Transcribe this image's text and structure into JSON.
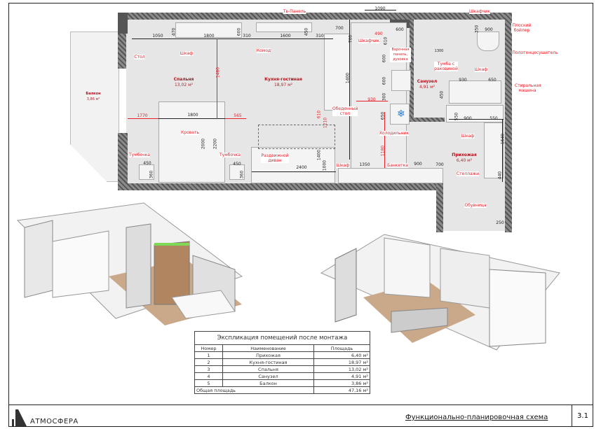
{
  "labels": {
    "tv": "Тв-Панель",
    "table_small": "Стол",
    "wardrobe1": "Шкаф",
    "dresser": "Комод",
    "bed": "Кровать",
    "night1": "Тумбочка",
    "night2": "Тумбочка",
    "sofa": "Раздвижной диван",
    "dining": "Обеденный стол",
    "cab1": "Шкафчик",
    "hob": "Варочная панель, духовка",
    "cab2": "Шкафчик",
    "boiler": "Плоский бойлер",
    "towel": "Полотенцесушитель",
    "sink": "Тумба с раковиной",
    "wardrobe2": "Шкаф",
    "washer": "Стиральная машина",
    "fridge": "Холодильник",
    "wardrobe3": "Шкаф",
    "bench": "Банкетка",
    "shelves": "Стеллажи",
    "shoes": "Обувница",
    "wardrobe4": "Шкаф"
  },
  "rooms": {
    "bedroom": {
      "name": "Спальня",
      "area": "13,02 м²"
    },
    "kitchen": {
      "name": "Кухня-гостиная",
      "area": "18,97 м²"
    },
    "balcony": {
      "name": "Балкон",
      "area": "3,86 м²"
    },
    "bathroom": {
      "name": "Санузел",
      "area": "4,91 м²"
    },
    "hall": {
      "name": "Прихожая",
      "area": "6,40 м²"
    }
  },
  "dims": [
    "1090",
    "1050",
    "1800",
    "600",
    "310",
    "1600",
    "450",
    "310",
    "700",
    "470",
    "700",
    "490",
    "600",
    "610",
    "900",
    "350",
    "1300",
    "1400",
    "600",
    "600",
    "300",
    "930",
    "930",
    "650",
    "450",
    "1480",
    "1770",
    "1800",
    "565",
    "2000",
    "2200",
    "610",
    "1210",
    "1400",
    "1000",
    "2400",
    "1350",
    "900",
    "700",
    "450",
    "360",
    "450",
    "360",
    "650",
    "1180",
    "550",
    "900",
    "550",
    "1640",
    "440",
    "250"
  ],
  "table": {
    "title": "Экспликация помещений после монтажа",
    "headers": [
      "Номер",
      "Наименование",
      "Площадь"
    ],
    "rows": [
      [
        "1",
        "Прихожая",
        "6,40 м²"
      ],
      [
        "2",
        "Кухня-гостиная",
        "18,97 м²"
      ],
      [
        "3",
        "Спальня",
        "13,02 м²"
      ],
      [
        "4",
        "Санузел",
        "4,91 м²"
      ],
      [
        "5",
        "Балкон",
        "3,86 м²"
      ]
    ],
    "total_label": "Общая площадь",
    "total_value": "47,16 м²"
  },
  "footer": {
    "logo": "АТМОСФЕРА",
    "title": "Функционально-планировочная схема",
    "sheet": "3.1"
  }
}
